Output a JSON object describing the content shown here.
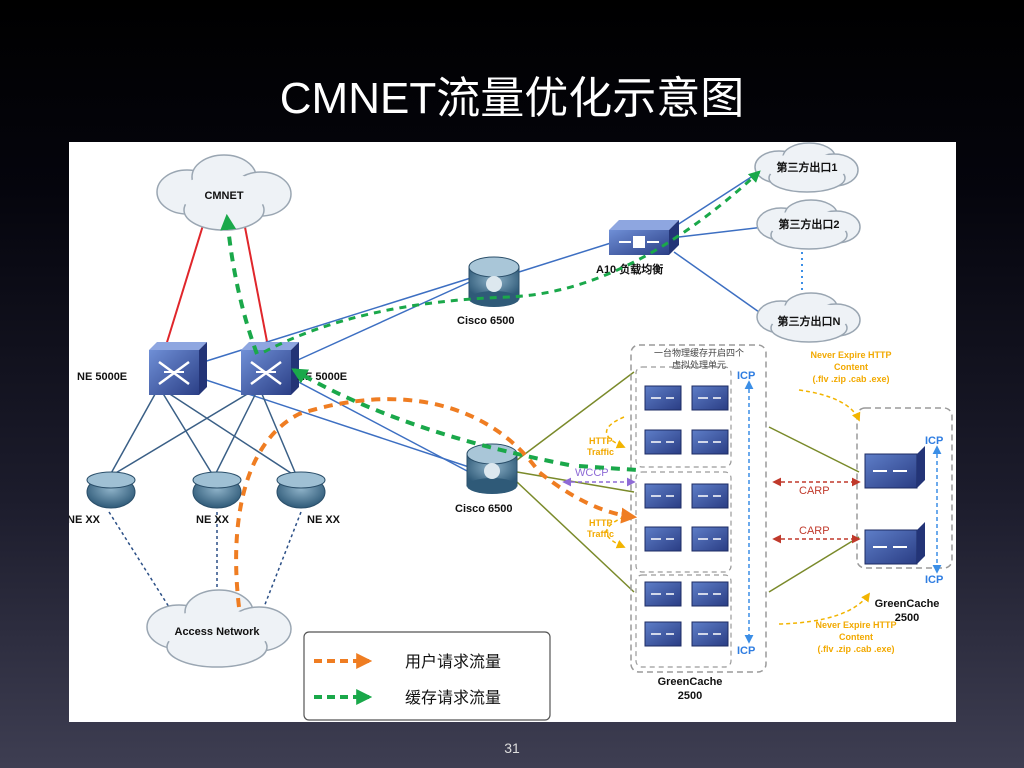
{
  "slide": {
    "title": "CMNET流量优化示意图",
    "page_number": "31"
  },
  "nodes": {
    "cmnet": "CMNET",
    "access_network": "Access Network",
    "ne5000e_left": "NE 5000E",
    "ne5000e_right": "NE 5000E",
    "ne_xx_1": "NE XX",
    "ne_xx_2": "NE XX",
    "ne_xx_3": "NE XX",
    "cisco_top": "Cisco 6500",
    "cisco_mid": "Cisco 6500",
    "a10": "A10 负载均衡",
    "exit1": "第三方出口1",
    "exit2": "第三方出口2",
    "exitn": "第三方出口N"
  },
  "cache_group": {
    "note_line1": "一台物理缓存开启四个",
    "note_line2": "虚拟处理单元",
    "name_line1": "GreenCache",
    "name_line2": "2500",
    "icp_top": "ICP",
    "icp_bottom": "ICP"
  },
  "cache_right": {
    "name_line1": "GreenCache",
    "name_line2": "2500",
    "icp_top": "ICP",
    "icp_bottom": "ICP"
  },
  "labels": {
    "http_traffic_1a": "HTTP",
    "http_traffic_1b": "Traffic",
    "http_traffic_2a": "HTTP",
    "http_traffic_2b": "Traffic",
    "wccp": "WCCP",
    "carp1": "CARP",
    "carp2": "CARP",
    "never_top_1": "Never Expire HTTP",
    "never_top_2": "Content",
    "never_top_3": "(.flv .zip .cab .exe)",
    "never_bot_1": "Never Expire HTTP",
    "never_bot_2": "Content",
    "never_bot_3": "(.flv .zip .cab .exe)"
  },
  "legend": {
    "user_request": "用户请求流量",
    "cache_request": "缓存请求流量",
    "user_color": "#ef7d22",
    "cache_color": "#1aa84a"
  }
}
